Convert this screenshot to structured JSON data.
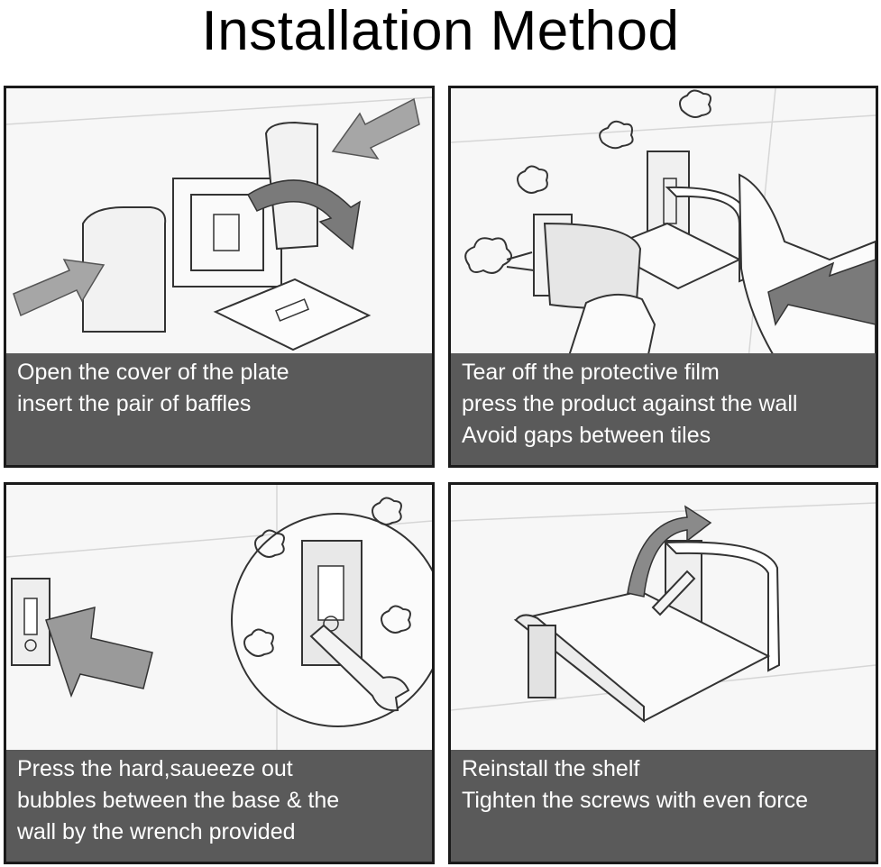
{
  "title": "Installation Method",
  "steps": [
    {
      "lines": [
        "Open the cover of the plate",
        "insert the pair of baffles"
      ]
    },
    {
      "lines": [
        "Tear off the protective film",
        "press the product against the wall",
        "Avoid gaps between tiles"
      ]
    },
    {
      "lines": [
        "Press the hard,saueeze out",
        "bubbles between the base & the",
        "wall by the wrench provided"
      ]
    },
    {
      "lines": [
        "Reinstall the shelf",
        "Tighten the screws with even force"
      ]
    }
  ],
  "colors": {
    "caption_bg": "#5a5a5a",
    "caption_text": "#ffffff",
    "border": "#1a1a1a",
    "arrow": "#a6a6a6"
  }
}
